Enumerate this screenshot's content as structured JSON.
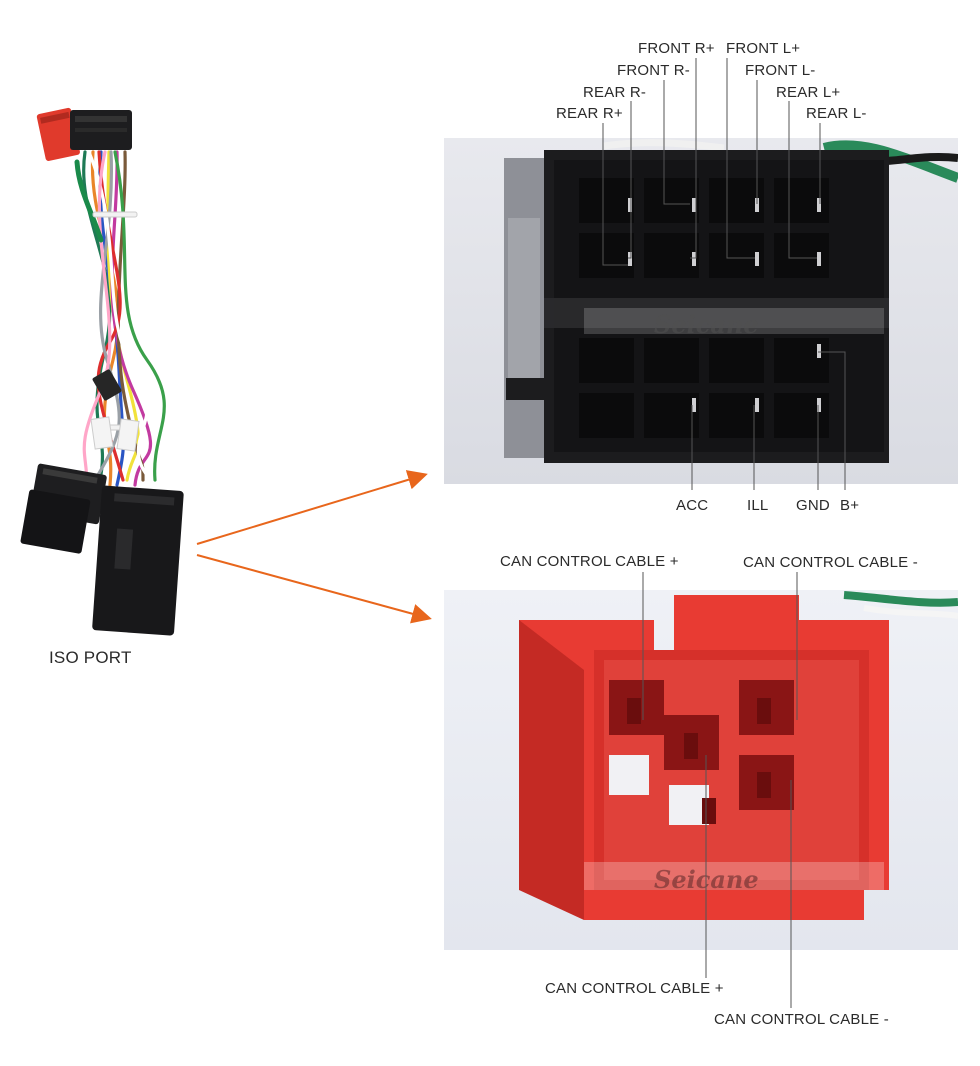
{
  "harness": {
    "label": "ISO PORT"
  },
  "black_connector": {
    "top_labels": [
      "FRONT R+",
      "FRONT L+",
      "FRONT R-",
      "FRONT L-",
      "REAR R-",
      "REAR L+",
      "REAR R+",
      "REAR L-"
    ],
    "bottom_labels": [
      "ACC",
      "ILL",
      "GND",
      "B+"
    ],
    "watermark": "Seicane"
  },
  "red_connector": {
    "top_labels": [
      "CAN CONTROL CABLE +",
      "CAN CONTROL CABLE -"
    ],
    "bottom_labels": [
      "CAN CONTROL CABLE +",
      "CAN CONTROL CABLE -"
    ],
    "watermark": "Seicane"
  },
  "colors": {
    "arrow": "#e8661c",
    "black_plastic": "#1c1c1e",
    "red_plastic": "#e83b33",
    "leader": "#555555"
  }
}
